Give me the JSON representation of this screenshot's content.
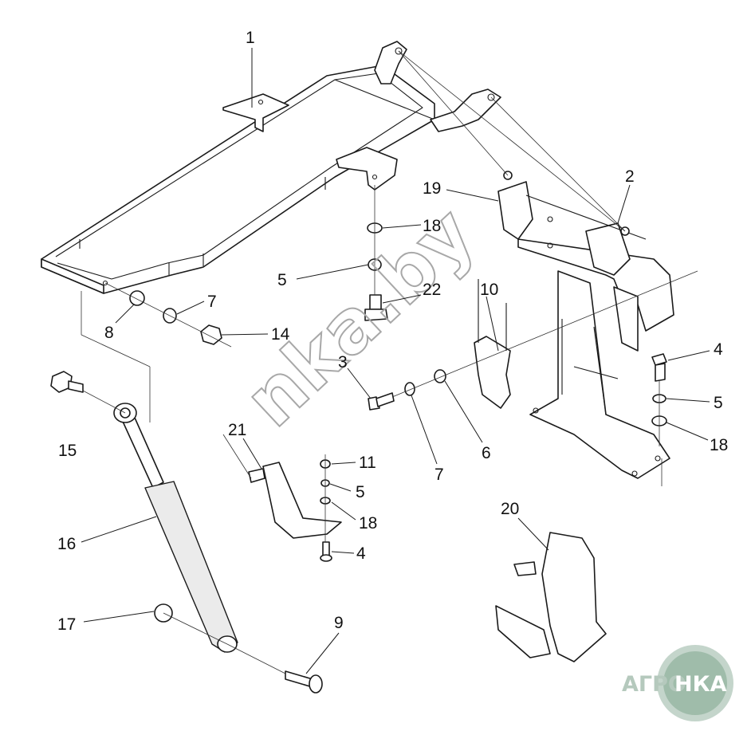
{
  "callouts": [
    {
      "id": "c1",
      "label": "1"
    },
    {
      "id": "c2",
      "label": "2"
    },
    {
      "id": "c19",
      "label": "19"
    },
    {
      "id": "c18a",
      "label": "18"
    },
    {
      "id": "c5a",
      "label": "5"
    },
    {
      "id": "c22",
      "label": "22"
    },
    {
      "id": "c10",
      "label": "10"
    },
    {
      "id": "c7a",
      "label": "7"
    },
    {
      "id": "c8",
      "label": "8"
    },
    {
      "id": "c14",
      "label": "14"
    },
    {
      "id": "c3",
      "label": "3"
    },
    {
      "id": "c4a",
      "label": "4"
    },
    {
      "id": "c5b",
      "label": "5"
    },
    {
      "id": "c18b",
      "label": "18"
    },
    {
      "id": "c15",
      "label": "15"
    },
    {
      "id": "c21",
      "label": "21"
    },
    {
      "id": "c11",
      "label": "11"
    },
    {
      "id": "c5c",
      "label": "5"
    },
    {
      "id": "c18c",
      "label": "18"
    },
    {
      "id": "c4b",
      "label": "4"
    },
    {
      "id": "c7b",
      "label": "7"
    },
    {
      "id": "c6",
      "label": "6"
    },
    {
      "id": "c16",
      "label": "16"
    },
    {
      "id": "c20",
      "label": "20"
    },
    {
      "id": "c17",
      "label": "17"
    },
    {
      "id": "c9",
      "label": "9"
    }
  ],
  "watermark": {
    "text": "nka.by"
  },
  "logo": {
    "left": "АГРО",
    "right": "НКА"
  }
}
